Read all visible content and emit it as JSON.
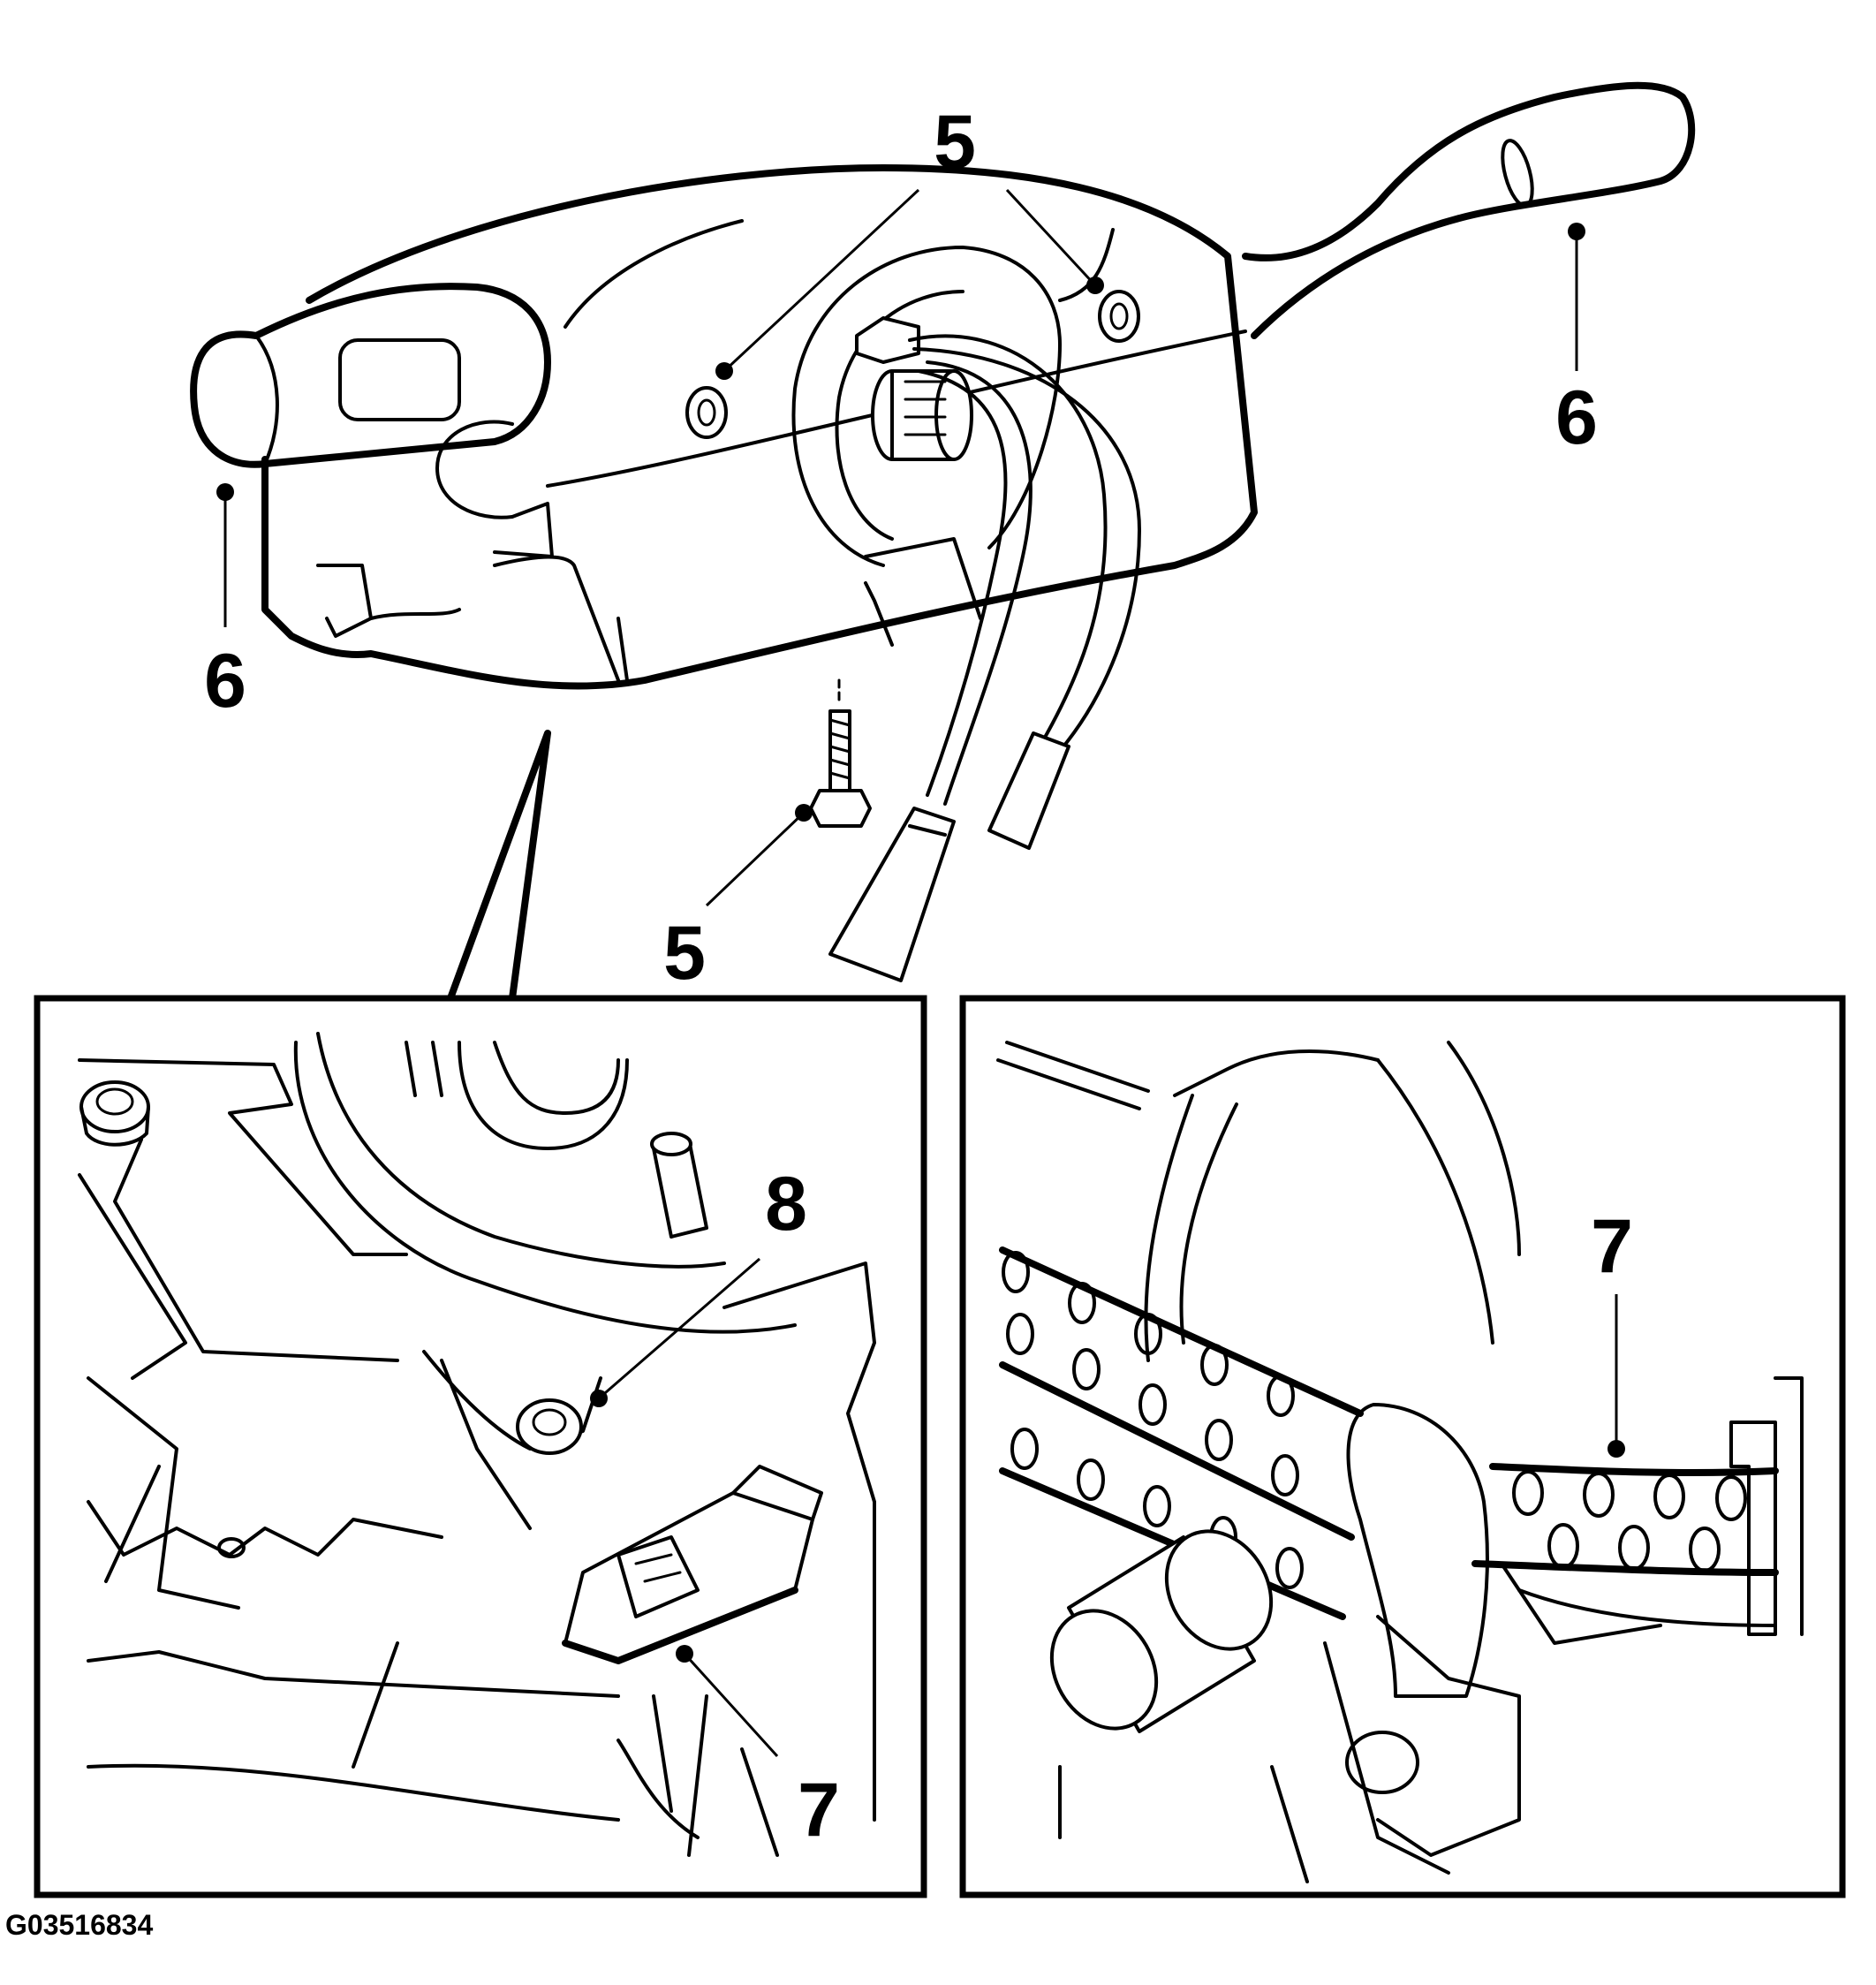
{
  "figure_code": "G03516834",
  "callouts": {
    "top_nuts": "5",
    "left_lever": "6",
    "right_lever": "6",
    "bolt": "5",
    "inset_left_nut": "8",
    "inset_left_connector": "7",
    "inset_right_harness": "7"
  }
}
